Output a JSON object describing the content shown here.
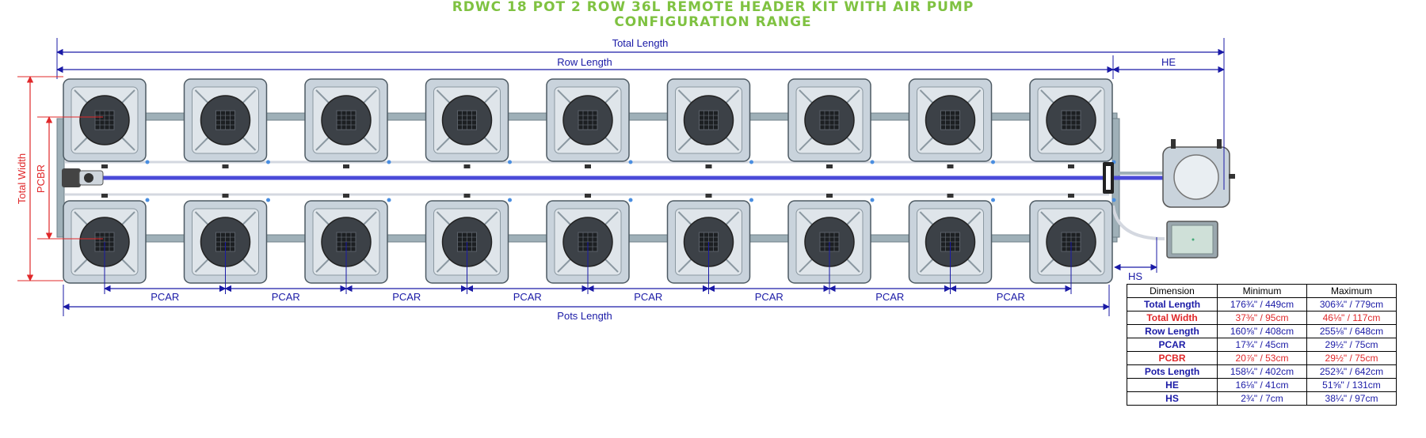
{
  "title": {
    "line1": "RDWC 18 POT 2 ROW 36L REMOTE HEADER KIT WITH AIR PUMP",
    "line2": "CONFIGURATION RANGE"
  },
  "labels": {
    "total_length": "Total Length",
    "row_length": "Row Length",
    "he": "HE",
    "hs": "HS",
    "total_width": "Total Width",
    "pcbr": "PCBR",
    "pcar": "PCAR",
    "pots_length": "Pots Length"
  },
  "pots": {
    "rows": 2,
    "per_row": 9
  },
  "colors": {
    "title": "#7fc241",
    "dimension_blue": "#1a1aa6",
    "dimension_red": "#e0282a",
    "pot_body": "#c9d3dc",
    "pipe": "#9fb0b8",
    "air_line": "#4a4ad8"
  },
  "table": {
    "headers": [
      "Dimension",
      "Minimum",
      "Maximum"
    ],
    "rows": [
      {
        "name": "Total Length",
        "min": "176¾\" / 449cm",
        "max": "306¾\" / 779cm",
        "color": "#1a1aa6"
      },
      {
        "name": "Total Width",
        "min": "37⅜\" / 95cm",
        "max": "46⅛\" / 117cm",
        "color": "#e0282a"
      },
      {
        "name": "Row Length",
        "min": "160⅝\" / 408cm",
        "max": "255⅛\" / 648cm",
        "color": "#1a1aa6"
      },
      {
        "name": "PCAR",
        "min": "17¾\" / 45cm",
        "max": "29½\" / 75cm",
        "color": "#1a1aa6"
      },
      {
        "name": "PCBR",
        "min": "20⅞\" / 53cm",
        "max": "29½\" / 75cm",
        "color": "#e0282a"
      },
      {
        "name": "Pots Length",
        "min": "158¼\" / 402cm",
        "max": "252¾\" / 642cm",
        "color": "#1a1aa6"
      },
      {
        "name": "HE",
        "min": "16⅛\" / 41cm",
        "max": "51⅝\" / 131cm",
        "color": "#1a1aa6"
      },
      {
        "name": "HS",
        "min": "2¾\" / 7cm",
        "max": "38¼\" / 97cm",
        "color": "#1a1aa6"
      }
    ]
  }
}
